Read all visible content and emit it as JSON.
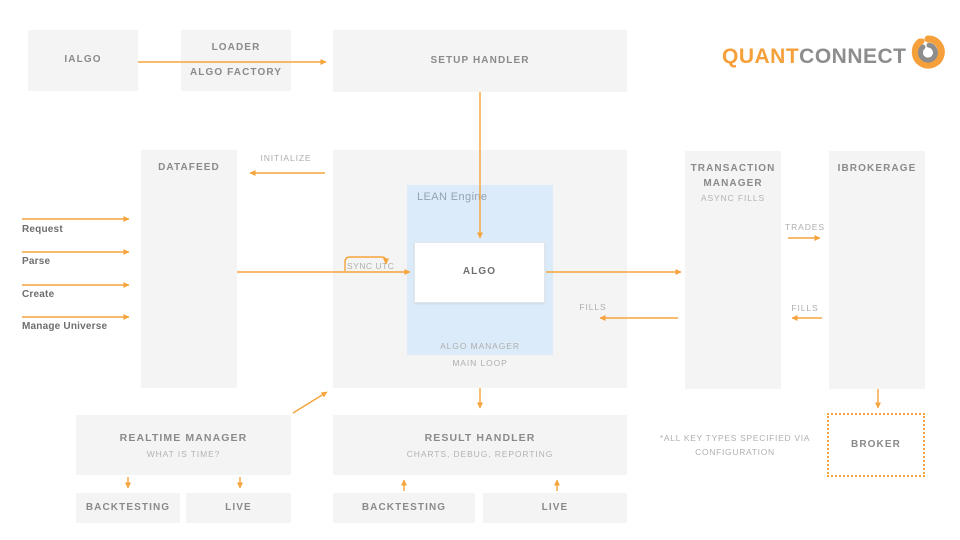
{
  "logo": {
    "brand_primary": "QUANT",
    "brand_secondary": "CONNECT",
    "icon": "quantconnect-swirl-icon"
  },
  "colors": {
    "accent_orange": "#F5A33B",
    "box_gray": "#F4F4F5",
    "lean_blue": "#DCEBF9",
    "title_gray": "#8A8A8A",
    "muted_gray": "#AEAEAE"
  },
  "nodes": {
    "ialgo": {
      "title": "IALGO"
    },
    "loader": {
      "title": "LOADER",
      "subtitle": "ALGO FACTORY"
    },
    "setup_handler": {
      "title": "SETUP HANDLER"
    },
    "datafeed": {
      "title": "DATAFEED"
    },
    "lean_engine": {
      "title": "LEAN Engine",
      "footer": "ALGO MANAGER"
    },
    "main_loop": {
      "label": "MAIN LOOP"
    },
    "algo": {
      "title": "ALGO"
    },
    "transaction_manager": {
      "title_line1": "TRANSACTION",
      "title_line2": "MANAGER",
      "subtitle": "ASYNC FILLS"
    },
    "ibrokerage": {
      "title": "IBROKERAGE"
    },
    "realtime_manager": {
      "title": "REALTIME MANAGER",
      "subtitle": "WHAT IS TIME?"
    },
    "result_handler": {
      "title": "RESULT HANDLER",
      "subtitle": "CHARTS, DEBUG, REPORTING"
    },
    "backtesting_left": {
      "title": "BACKTESTING"
    },
    "live_left": {
      "title": "LIVE"
    },
    "backtesting_center": {
      "title": "BACKTESTING"
    },
    "live_center": {
      "title": "LIVE"
    },
    "broker": {
      "title": "BROKER"
    }
  },
  "edge_labels": {
    "initialize": "INITIALIZE",
    "request": "Request",
    "parse": "Parse",
    "create": "Create",
    "manage_universe": "Manage Universe",
    "sync_utc": "SYNC UTC",
    "fills_center": "FILLS",
    "trades": "TRADES",
    "fills_right": "FILLS"
  },
  "footnote": {
    "line1": "*ALL KEY TYPES SPECIFIED VIA",
    "line2": "CONFIGURATION"
  }
}
